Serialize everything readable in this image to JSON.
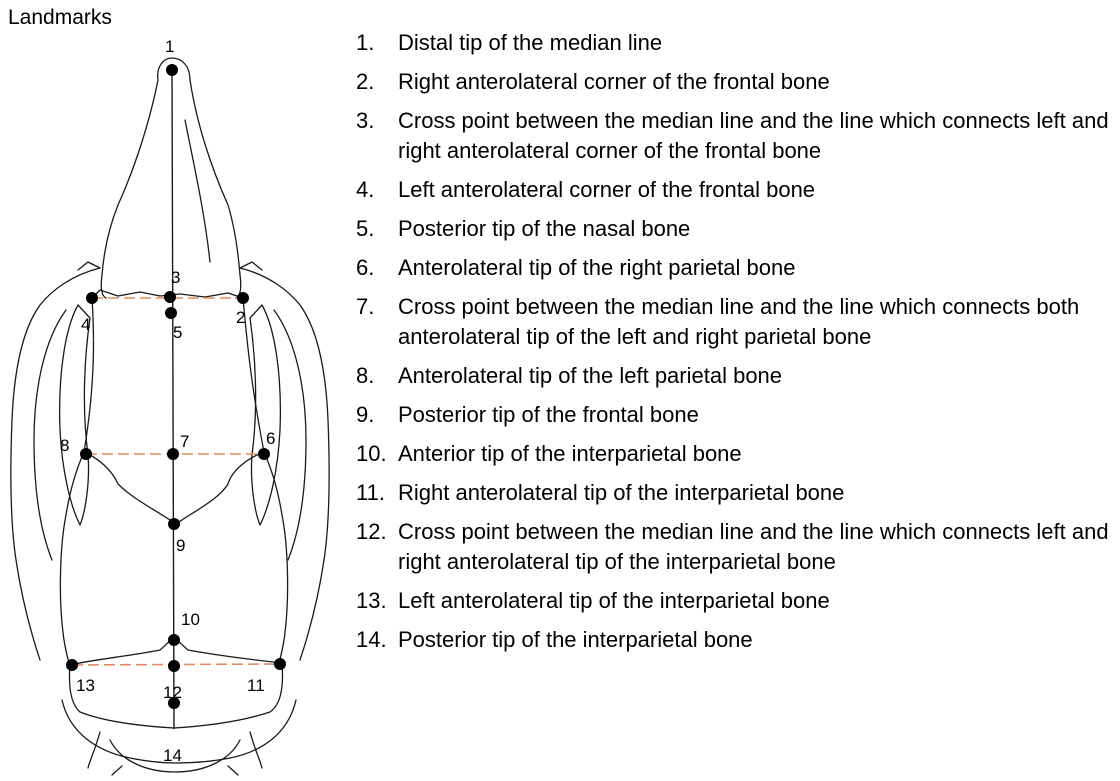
{
  "title": "Landmarks",
  "points": [
    {
      "label": "1"
    },
    {
      "label": "2"
    },
    {
      "label": "3"
    },
    {
      "label": "4"
    },
    {
      "label": "5"
    },
    {
      "label": "6"
    },
    {
      "label": "7"
    },
    {
      "label": "8"
    },
    {
      "label": "9"
    },
    {
      "label": "10"
    },
    {
      "label": "11"
    },
    {
      "label": "12"
    },
    {
      "label": "13"
    },
    {
      "label": "14"
    }
  ],
  "legend": [
    {
      "num": "1.",
      "text": "Distal tip of the median line"
    },
    {
      "num": "2.",
      "text": "Right anterolateral corner of the frontal bone"
    },
    {
      "num": "3.",
      "text": "Cross point between the median line and the line which connects left and right anterolateral corner of the frontal bone"
    },
    {
      "num": "4.",
      "text": "Left anterolateral corner of the frontal bone"
    },
    {
      "num": "5.",
      "text": "Posterior tip of the nasal bone"
    },
    {
      "num": "6.",
      "text": "Anterolateral tip of the right parietal bone"
    },
    {
      "num": "7.",
      "text": "Cross point between the median line and the line which connects both anterolateral tip of the left and right parietal bone"
    },
    {
      "num": "8.",
      "text": "Anterolateral tip of the left parietal bone"
    },
    {
      "num": "9.",
      "text": "Posterior tip of the frontal bone"
    },
    {
      "num": "10.",
      "text": "Anterior tip of the interparietal bone"
    },
    {
      "num": "11.",
      "text": "Right anterolateral tip of the interparietal bone"
    },
    {
      "num": "12.",
      "text": "Cross point between the median line and the line which connects left and right anterolateral tip of the interparietal bone"
    },
    {
      "num": "13.",
      "text": "Left anterolateral tip of the interparietal bone"
    },
    {
      "num": "14.",
      "text": "Posterior tip of the interparietal bone"
    }
  ],
  "colors": {
    "dashed_line": "#e58a5c",
    "outline": "#1a1a1a",
    "landmark": "#000000"
  }
}
